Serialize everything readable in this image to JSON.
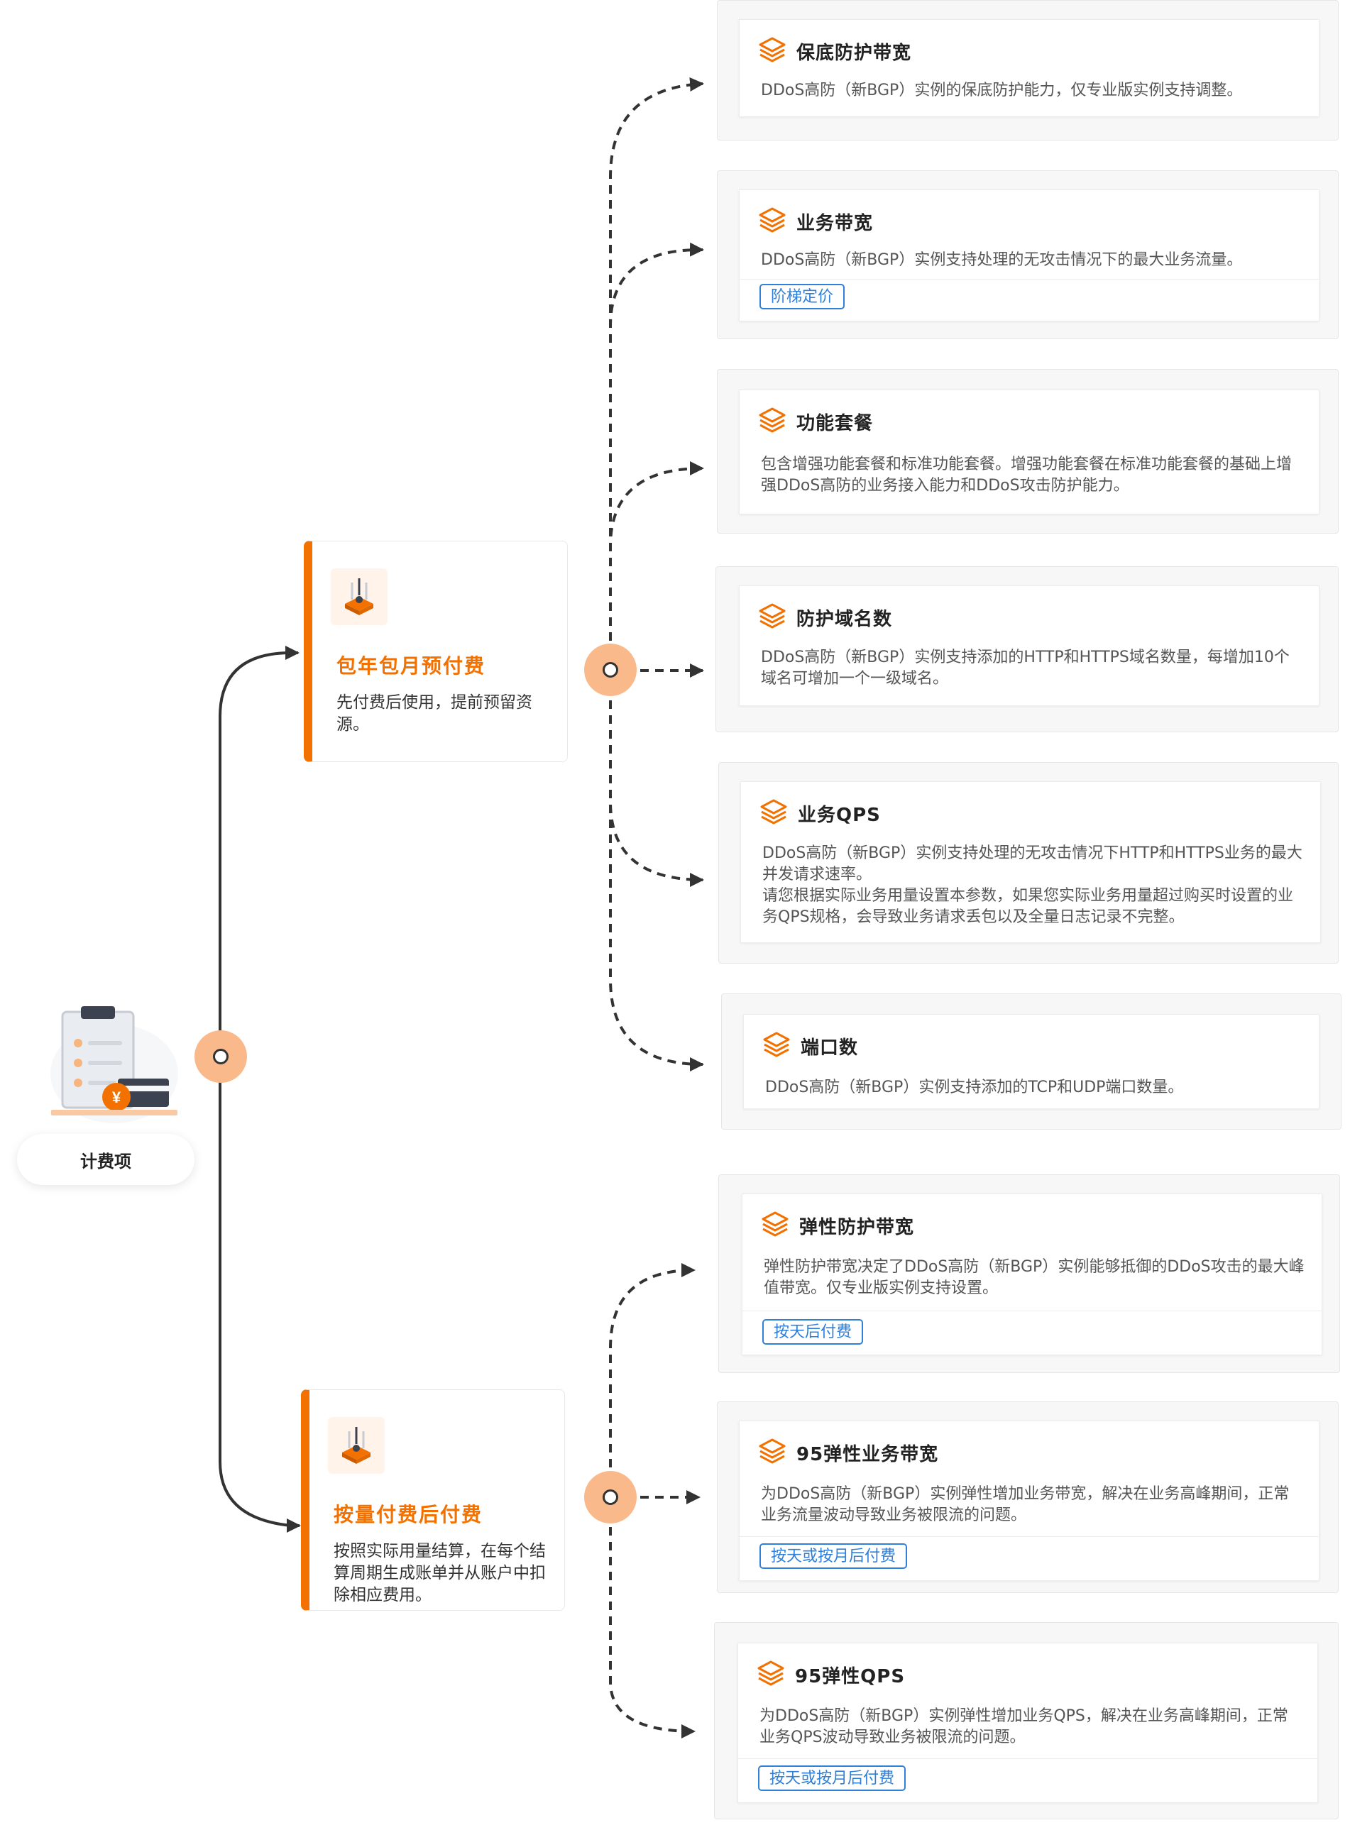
{
  "root": {
    "label": "计费项"
  },
  "branches": [
    {
      "title": "包年包月预付费",
      "desc": "先付费后使用，提前预留资源。"
    },
    {
      "title": "按量付费后付费",
      "desc": "按照实际用量结算，在每个结算周期生成账单并从账户中扣除相应费用。"
    }
  ],
  "items": [
    {
      "title": "保底防护带宽",
      "desc": "DDoS高防（新BGP）实例的保底防护能力，仅专业版实例支持调整。"
    },
    {
      "title": "业务带宽",
      "desc": "DDoS高防（新BGP）实例支持处理的无攻击情况下的最大业务流量。",
      "tag": "阶梯定价"
    },
    {
      "title": "功能套餐",
      "desc": "包含增强功能套餐和标准功能套餐。增强功能套餐在标准功能套餐的基础上增强DDoS高防的业务接入能力和DDoS攻击防护能力。"
    },
    {
      "title": "防护域名数",
      "desc": "DDoS高防（新BGP）实例支持添加的HTTP和HTTPS域名数量，每增加10个域名可增加一个一级域名。"
    },
    {
      "title": "业务QPS",
      "desc": "DDoS高防（新BGP）实例支持处理的无攻击情况下HTTP和HTTPS业务的最大并发请求速率。",
      "desc2": "请您根据实际业务用量设置本参数，如果您实际业务用量超过购买时设置的业务QPS规格，会导致业务请求丢包以及全量日志记录不完整。"
    },
    {
      "title": "端口数",
      "desc": "DDoS高防（新BGP）实例支持添加的TCP和UDP端口数量。"
    },
    {
      "title": "弹性防护带宽",
      "desc": "弹性防护带宽决定了DDoS高防（新BGP）实例能够抵御的DDoS攻击的最大峰值带宽。仅专业版实例支持设置。",
      "tag": "按天后付费"
    },
    {
      "title": "95弹性业务带宽",
      "desc": "为DDoS高防（新BGP）实例弹性增加业务带宽，解决在业务高峰期间，正常业务流量波动导致业务被限流的问题。",
      "tag": "按天或按月后付费"
    },
    {
      "title": "95弹性QPS",
      "desc": "为DDoS高防（新BGP）实例弹性增加业务QPS，解决在业务高峰期间，正常业务QPS波动导致业务被限流的问题。",
      "tag": "按天或按月后付费"
    }
  ],
  "colors": {
    "accent": "#f27100",
    "node_ring": "#f9b98b",
    "tag_blue": "#2f80d9",
    "line": "#333333"
  },
  "icons": {
    "root": "bill-clipboard-yen-illustration",
    "branch": "payment-illustration-icon",
    "item": "layers-icon"
  }
}
